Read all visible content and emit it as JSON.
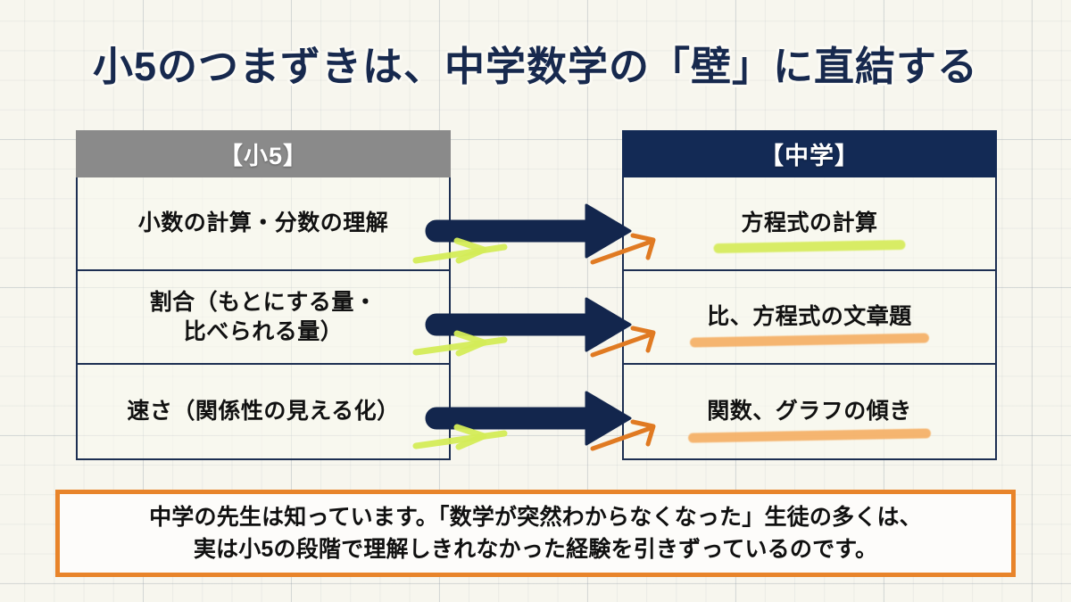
{
  "slide": {
    "title": "小5のつまずきは、中学数学の「壁」に直結する",
    "background": "#f7f6ee",
    "title_color": "#17294e"
  },
  "table": {
    "left_header": {
      "label": "【小5】",
      "bg": "#8a8a8a"
    },
    "right_header": {
      "label": "【中学】",
      "bg": "#132a55"
    },
    "rows": [
      {
        "left": "小数の計算・分数の理解",
        "right": "方程式の計算",
        "highlight_color": "#d6ec5a",
        "highlight_width": 215
      },
      {
        "left": "割合（もとにする量・\n比べられる量）",
        "right": "比、方程式の文章題",
        "highlight_color": "#f5b066",
        "highlight_width": 268
      },
      {
        "left": "速さ（関係性の見える化）",
        "right": "関数、グラフの傾き",
        "highlight_color": "#f5b066",
        "highlight_width": 272
      }
    ],
    "border_color": "#1d2f52"
  },
  "arrows": {
    "main_color": "#13264d",
    "accent_green": "#d4ec57",
    "accent_orange": "#e07a22",
    "count": 3
  },
  "callout": {
    "text": "中学の先生は知っています。「数学が突然わからなくなった」生徒の多くは、\n実は小5の段階で理解しきれなかった経験を引きずっているのです。",
    "border_color": "#e8842a",
    "bg": "#fdfcfa"
  }
}
